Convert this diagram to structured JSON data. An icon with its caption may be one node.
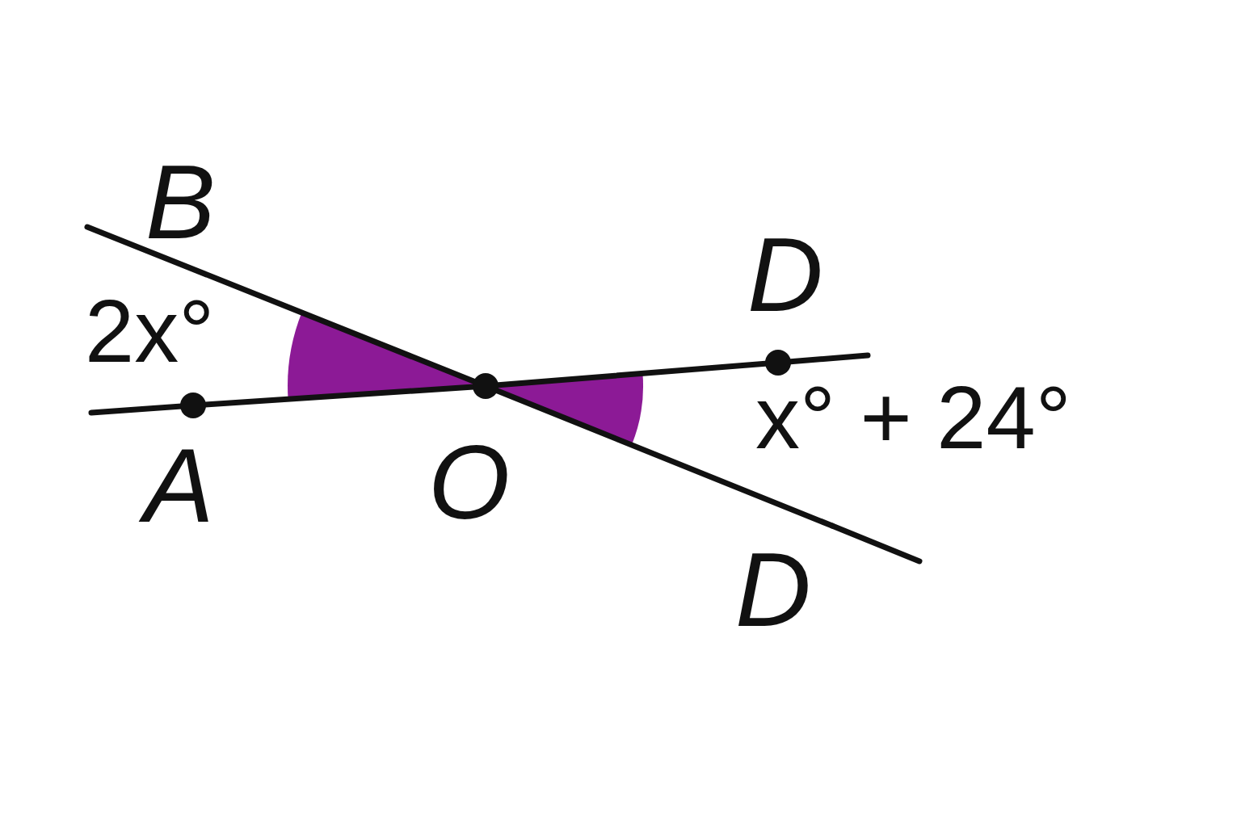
{
  "diagram": {
    "nodes": [
      {
        "text": [
          "B"
        ]
      },
      {
        "text": [
          "D"
        ]
      },
      {
        "text": [
          "A"
        ]
      },
      {
        "text": [
          "O"
        ]
      },
      {
        "text": [
          "D"
        ]
      }
    ],
    "edges": [
      {
        "from": 0,
        "to": 3,
        "arrow": "none"
      },
      {
        "from": 3,
        "to": 4,
        "arrow": "none"
      },
      {
        "from": 2,
        "to": 3,
        "arrow": "none"
      },
      {
        "from": 3,
        "to": 1,
        "arrow": "none"
      }
    ],
    "labels": [
      "2x°",
      "x° + 24°"
    ]
  }
}
